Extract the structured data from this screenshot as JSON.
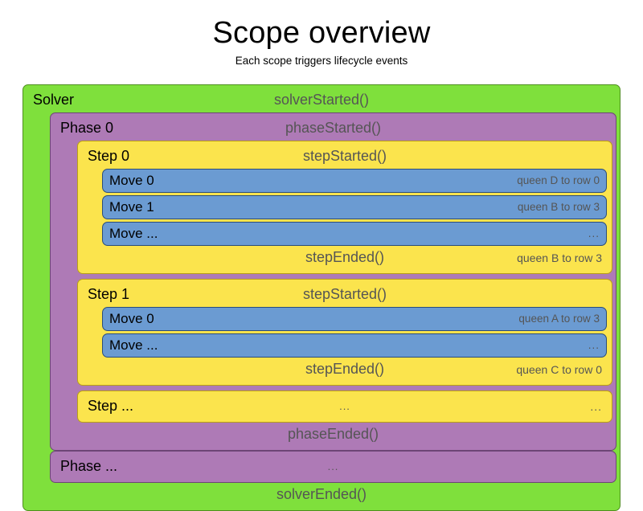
{
  "header": {
    "title": "Scope overview",
    "subtitle": "Each scope triggers lifecycle events"
  },
  "colors": {
    "solver": "#7FE03C",
    "solver_border": "#4f8f20",
    "phase": "#AE7AB6",
    "phase_border": "#6d4576",
    "step": "#FBE44D",
    "step_border": "#b9a014",
    "move": "#6B9BD2",
    "move_border": "#2a4d7a",
    "label_text": "#000000",
    "event_text": "#555555",
    "background": "#ffffff"
  },
  "solver": {
    "label": "Solver",
    "started_event": "solverStarted()",
    "ended_event": "solverEnded()"
  },
  "phase0": {
    "label": "Phase 0",
    "started_event": "phaseStarted()",
    "ended_event": "phaseEnded()"
  },
  "phase_more": {
    "label": "Phase ...",
    "event": "..."
  },
  "step0": {
    "label": "Step 0",
    "started_event": "stepStarted()",
    "ended_event": "stepEnded()",
    "ended_detail": "queen B to row 3",
    "moves": [
      {
        "label": "Move 0",
        "detail": "queen D to row 0"
      },
      {
        "label": "Move 1",
        "detail": "queen B to row 3"
      },
      {
        "label": "Move ...",
        "detail": "..."
      }
    ]
  },
  "step1": {
    "label": "Step 1",
    "started_event": "stepStarted()",
    "ended_event": "stepEnded()",
    "ended_detail": "queen C to row 0",
    "moves": [
      {
        "label": "Move 0",
        "detail": "queen A to row 3"
      },
      {
        "label": "Move ...",
        "detail": "..."
      }
    ]
  },
  "step_more": {
    "label": "Step ...",
    "event": "...",
    "detail": "..."
  }
}
